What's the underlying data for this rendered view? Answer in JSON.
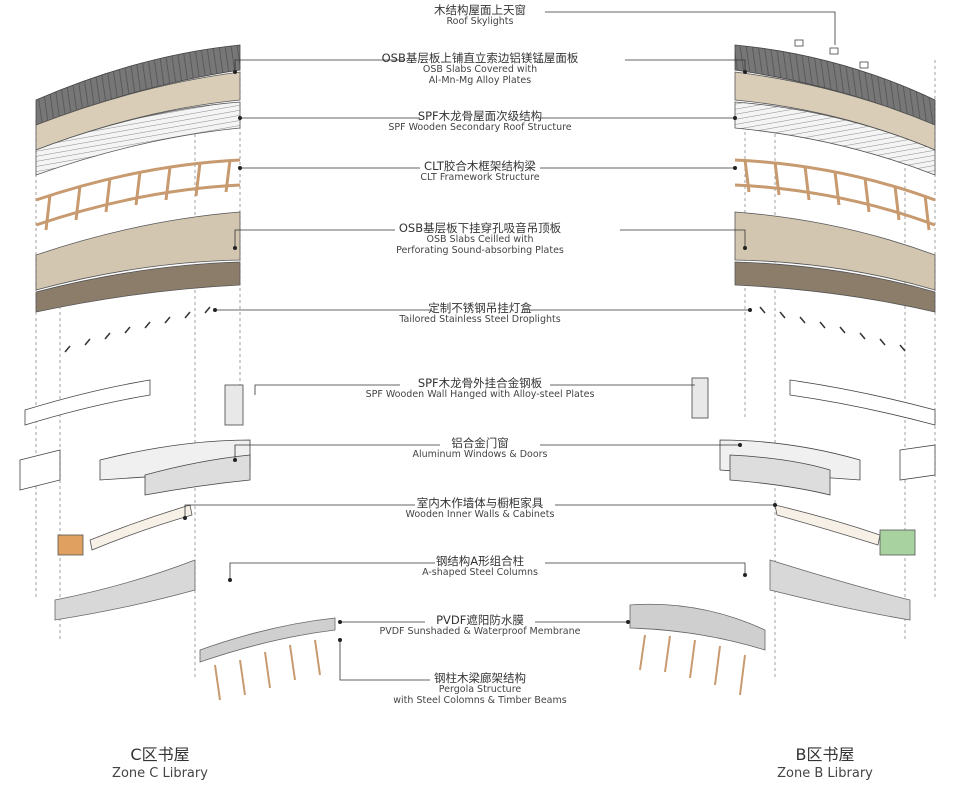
{
  "layers": [
    {
      "zh": "木结构屋面上天窗",
      "en": "Roof Skylights"
    },
    {
      "zh": "OSB基层板上铺直立索边铝镁锰屋面板",
      "en": "OSB Slabs Covered with",
      "en2": "Al-Mn-Mg Alloy Plates"
    },
    {
      "zh": "SPF木龙骨屋面次级结构",
      "en": "SPF Wooden Secondary Roof Structure"
    },
    {
      "zh": "CLT胶合木框架结构梁",
      "en": "CLT Framework Structure"
    },
    {
      "zh": "OSB基层板下挂穿孔吸音吊顶板",
      "en": "OSB Slabs Ceilled with",
      "en2": "Perforating Sound-absorbing Plates"
    },
    {
      "zh": "定制不锈钢吊挂灯盒",
      "en": "Tailored Stainless Steel Droplights"
    },
    {
      "zh": "SPF木龙骨外挂合金钢板",
      "en": "SPF Wooden Wall Hanged with Alloy-steel Plates"
    },
    {
      "zh": "铝合金门窗",
      "en": "Aluminum Windows & Doors"
    },
    {
      "zh": "室内木作墙体与橱柜家具",
      "en": "Wooden Inner Walls & Cabinets"
    },
    {
      "zh": "钢结构A形组合柱",
      "en": "A-shaped Steel Columns"
    },
    {
      "zh": "PVDF遮阳防水膜",
      "en": "PVDF Sunshaded & Waterproof Membrane"
    },
    {
      "zh": "钢柱木梁廊架结构",
      "en": "Pergola Structure",
      "en2": "with Steel Colomns & Timber Beams"
    }
  ],
  "zones": {
    "left": {
      "zh": "C区书屋",
      "en": "Zone C Library"
    },
    "right": {
      "zh": "B区书屋",
      "en": "Zone B Library"
    }
  },
  "colors": {
    "roof_top": "#6f6f6f",
    "roof_bottom": "#8a8a8a",
    "wood_light": "#d9cdb8",
    "wood_mid": "#c9b99c",
    "wood_dark": "#8c7d6b",
    "clt_beam": "#d2a37a",
    "membrane": "#d8d8d8",
    "line": "#555555",
    "green_cabinet": "#a8d3a0",
    "orange_cabinet": "#e0a060"
  }
}
